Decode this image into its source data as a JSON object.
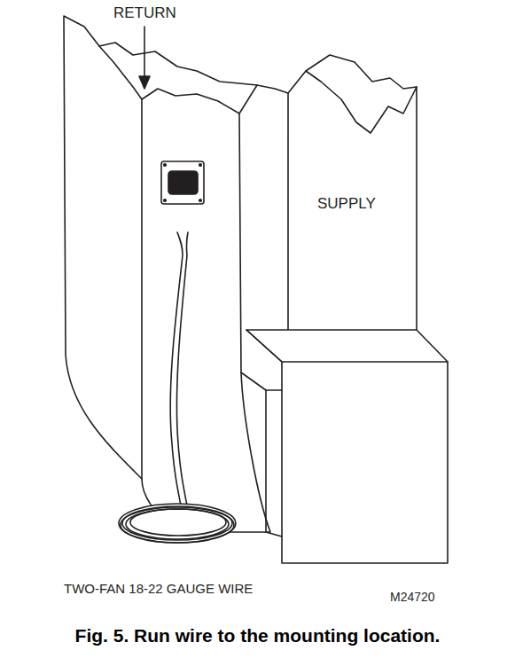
{
  "diagram": {
    "caption": "Fig. 5. Run wire to the mounting location.",
    "labels": [
      "RETURN",
      "SUPPLY",
      "TWO-FAN 18-22 GAUGE WIRE",
      "M24720"
    ]
  }
}
